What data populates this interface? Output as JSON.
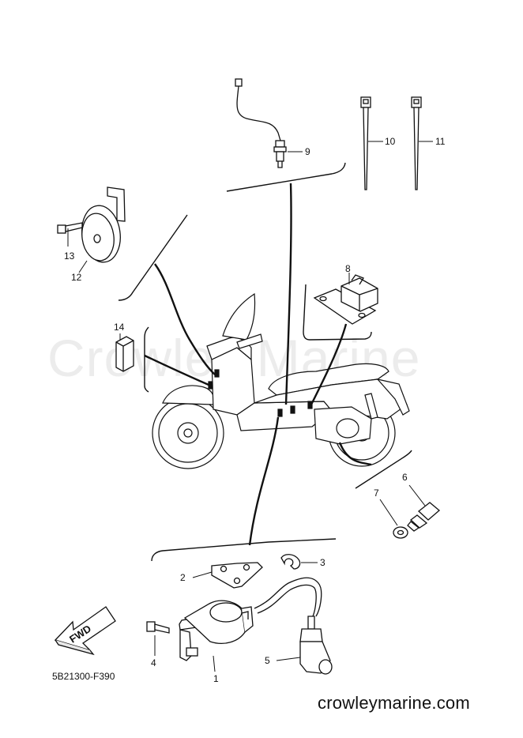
{
  "watermark": "Crowley Marine",
  "reference_code": "5B21300-F390",
  "site_url": "crowleymarine.com",
  "fwd_label": "FWD",
  "callouts": [
    "1",
    "2",
    "3",
    "4",
    "5",
    "6",
    "7",
    "8",
    "9",
    "10",
    "11",
    "12",
    "13",
    "14"
  ]
}
